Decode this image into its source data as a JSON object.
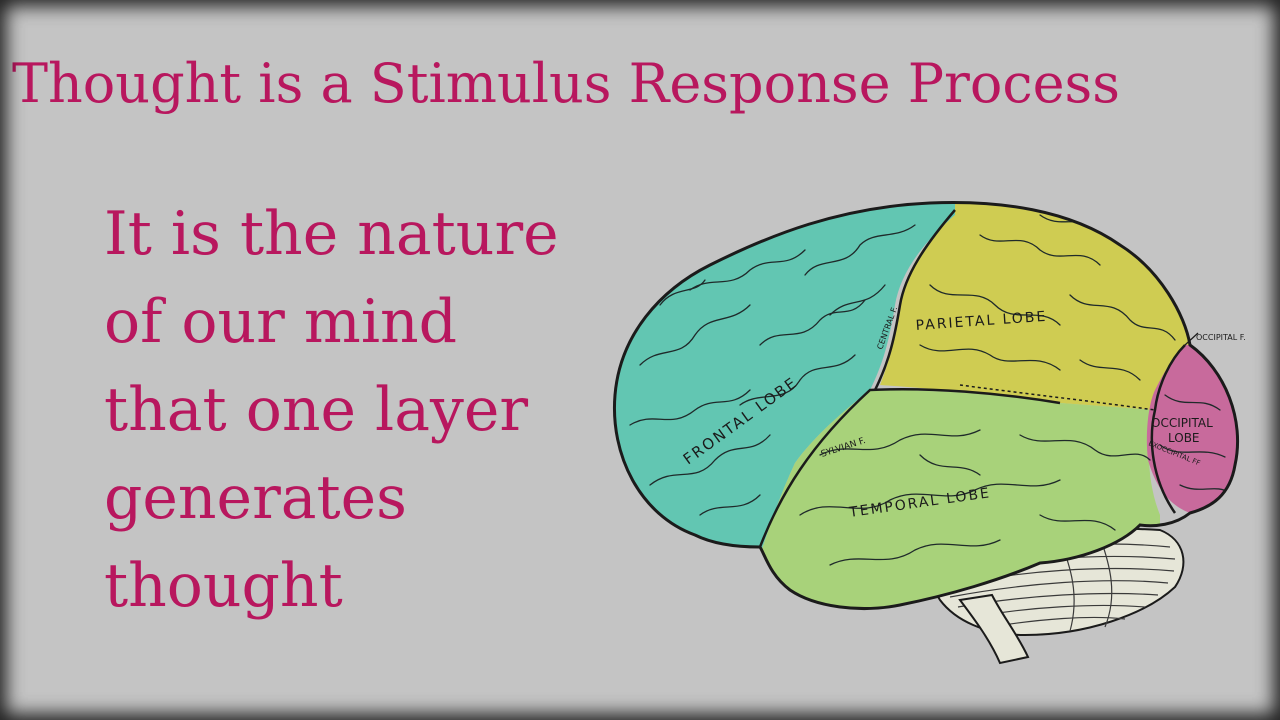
{
  "colors": {
    "background": "#c4c4c4",
    "text_accent": "#b8175e",
    "frontal": "#62c6b2",
    "parietal": "#cfcc52",
    "temporal": "#a8d27a",
    "occipital": "#c86a9c",
    "cerebellum": "#e6e6d8",
    "outline": "#1b1b1b"
  },
  "slide": {
    "title": "Thought is a Stimulus Response Process",
    "body_lines": [
      "It is the nature",
      "of our mind",
      "that one layer",
      "generates",
      "thought"
    ]
  },
  "brain": {
    "labels": {
      "frontal": "FRONTAL LOBE",
      "parietal": "PARIETAL LOBE",
      "temporal": "TEMPORAL LOBE",
      "occipital_line1": "OCCIPITAL",
      "occipital_line2": "LOBE",
      "central": "CENTRAL F.",
      "sylvian": "SYLVIAN F.",
      "occipital_fissure": "OCCIPITAL F.",
      "exoccipital": "EXOCCIPITAL FF"
    }
  }
}
